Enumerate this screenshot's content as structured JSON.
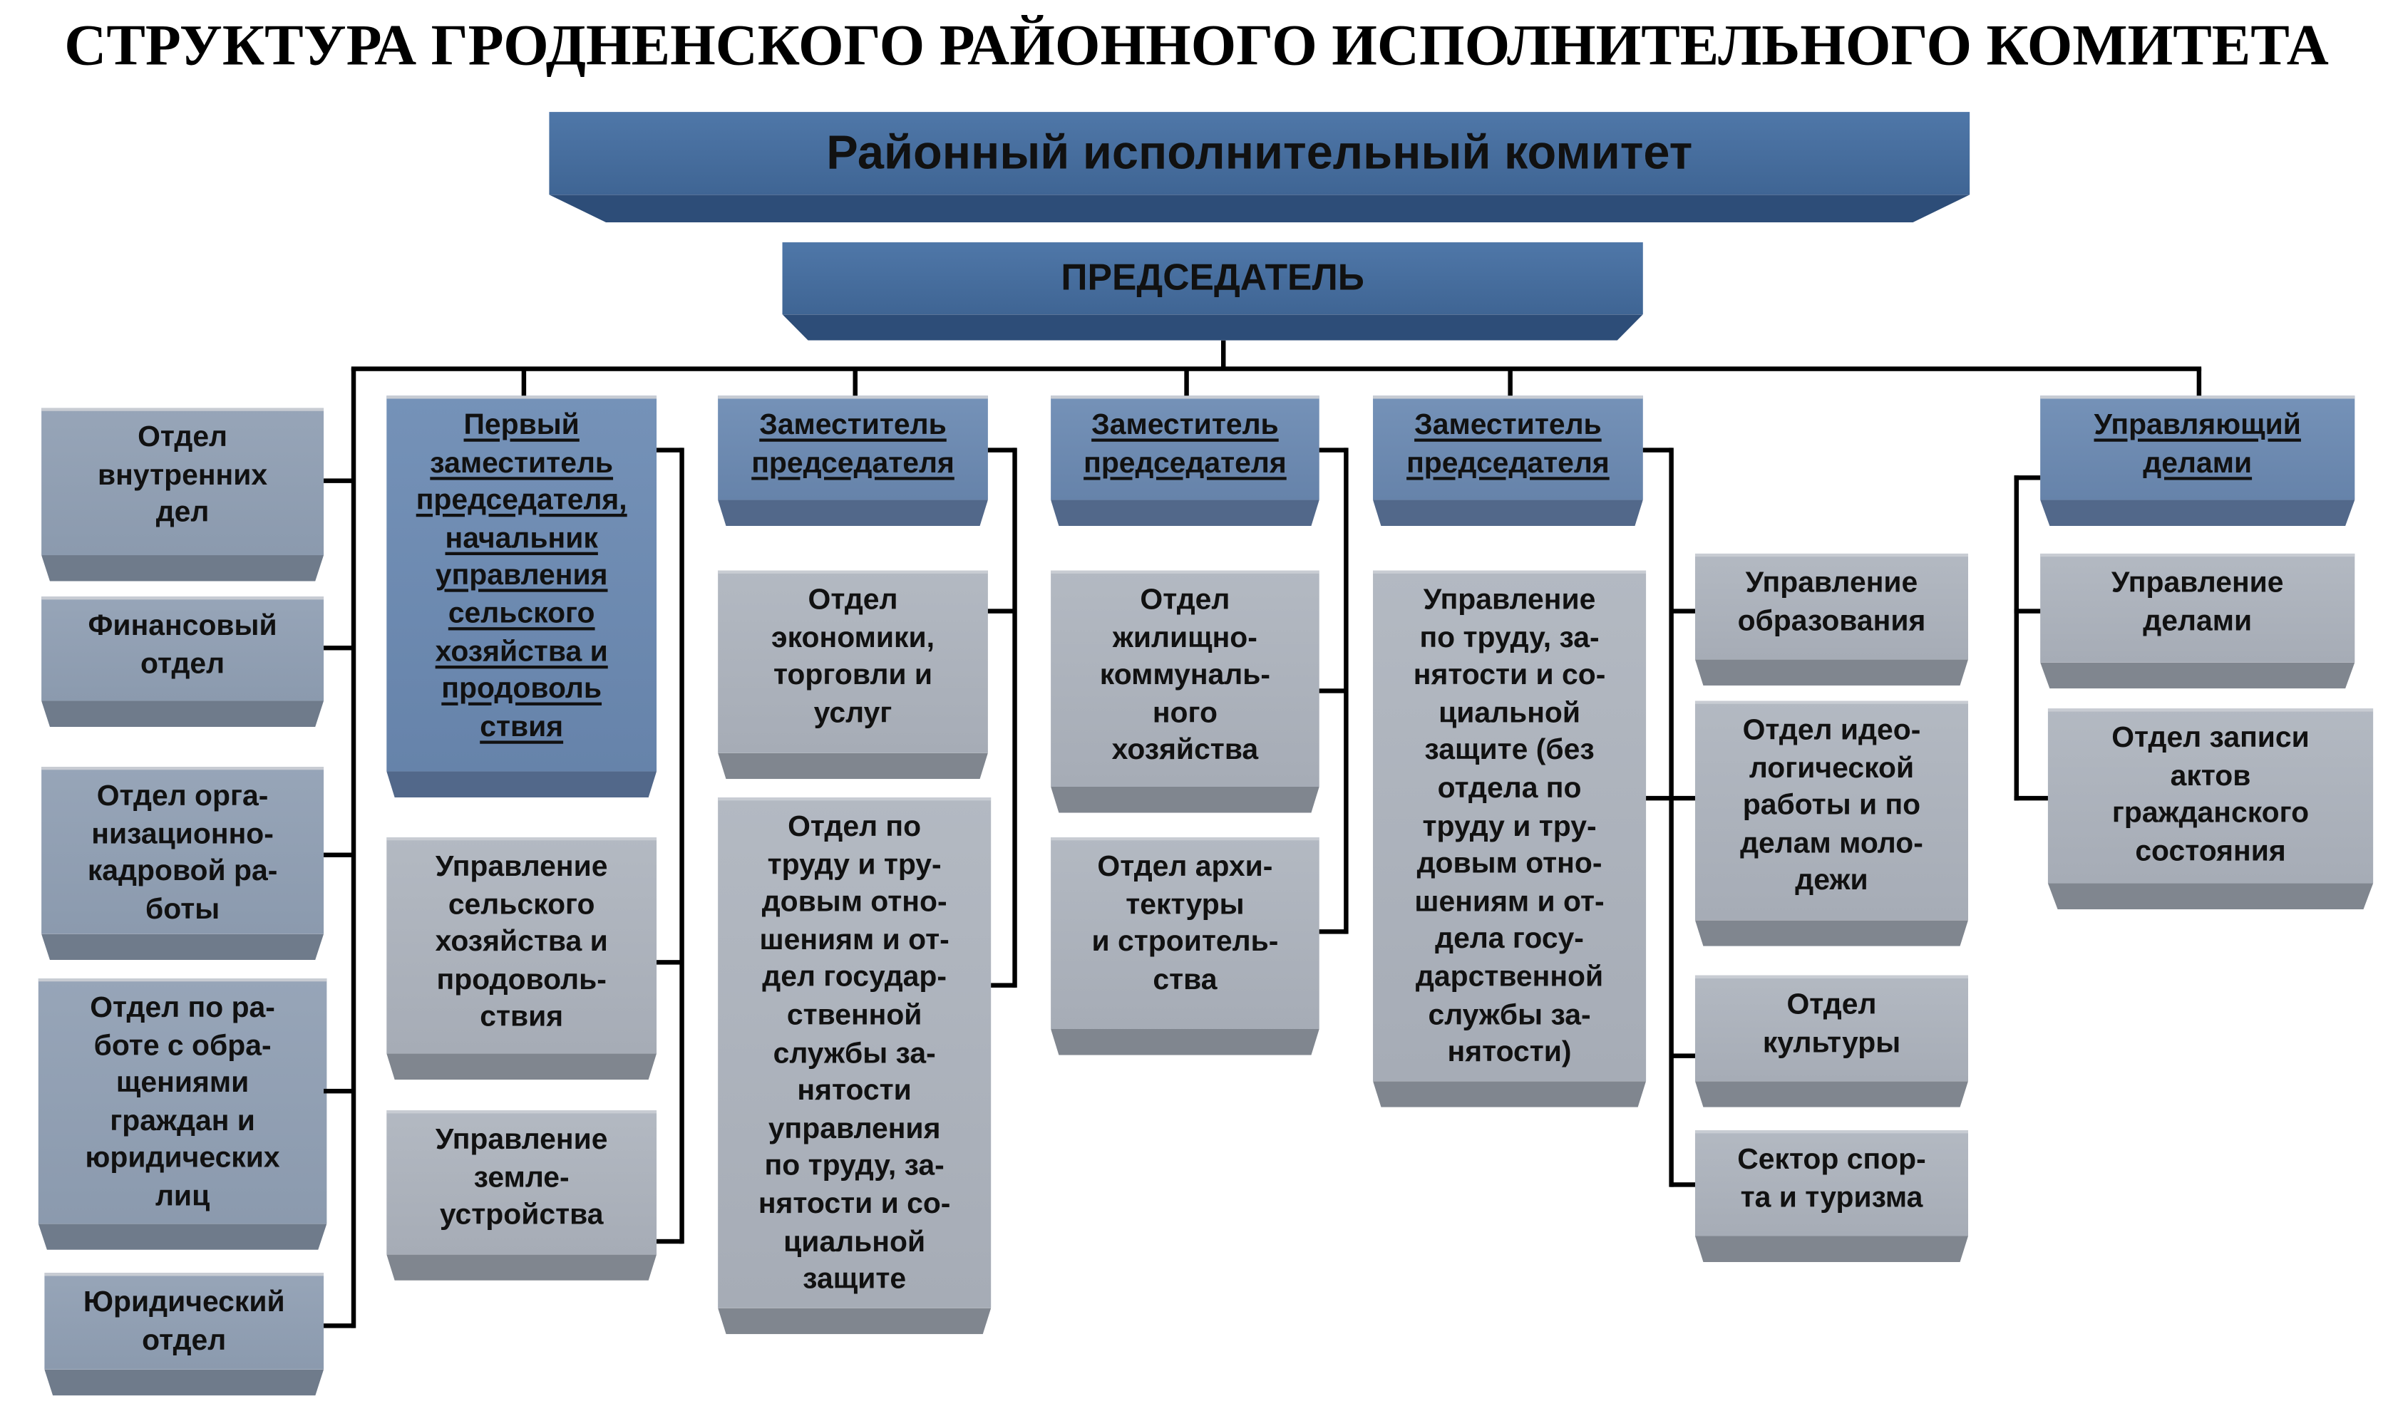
{
  "title": "СТРУКТУРА ГРОДНЕНСКОГО РАЙОННОГО ИСПОЛНИТЕЛЬНОГО КОМИТЕТА",
  "top": "Районный исполнительный комитет",
  "chairman": "ПРЕДСЕДАТЕЛЬ",
  "left_units": [
    "Отдел\nвнутренних\nдел",
    "Финансовый\nотдел",
    "Отдел орга-\nнизационно-\nкадровой ра-\nботы",
    "Отдел по ра-\nботе с обра-\nщениями\nграждан и\nюридических\nлиц",
    "Юридический\nотдел"
  ],
  "first_deputy": {
    "title": "Первый\nзаместитель\nпредседателя,\nначальник\nуправления\nсельского\nхозяйства и\nпродоволь\nствия",
    "units": [
      "Управление\nсельского\nхозяйства и\nпродоволь-\nствия",
      "Управление\nземле-\nустройства"
    ]
  },
  "deputy_1": {
    "title": "Заместитель\nпредседателя",
    "units": [
      "Отдел\nэкономики,\nторговли и\nуслуг",
      "Отдел по\nтруду и тру-\nдовым отно-\nшениям и от-\nдел государ-\nственной\nслужбы за-\nнятости\nуправления\nпо труду, за-\nнятости и со-\nциальной\nзащите"
    ]
  },
  "deputy_2": {
    "title": "Заместитель\nпредседателя",
    "units": [
      "Отдел\nжилищно-\nкоммуналь-\nного\nхозяйства",
      "Отдел архи-\nтектуры\nи строитель-\nства"
    ]
  },
  "deputy_3": {
    "title": "Заместитель\nпредседателя",
    "units": [
      "Управление\nпо труду, за-\nнятости и со-\nциальной\nзащите (без\nотдела по\nтруду и тру-\nдовым отно-\nшениям и от-\nдела госу-\nдарственной\nслужбы за-\nнятости)",
      "Управление\nобразования",
      "Отдел идео-\nлогической\nработы и по\nделам моло-\nдежи",
      "Отдел\nкультуры",
      "Сектор спор-\nта и туризма"
    ]
  },
  "manager": {
    "title": "Управляющий\nделами",
    "units": [
      "Управление\nделами",
      "Отдел записи\nактов\nгражданского\nсостояния"
    ]
  }
}
